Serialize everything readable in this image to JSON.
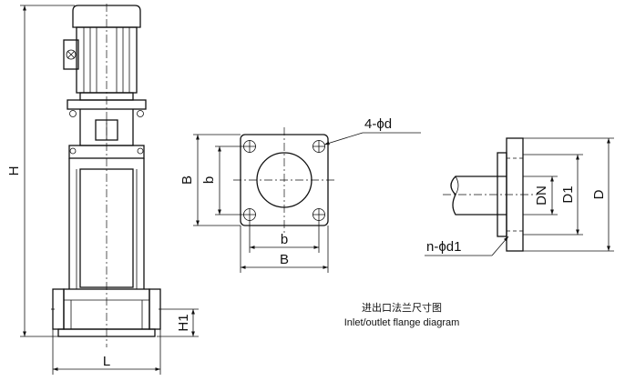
{
  "labels": {
    "H": "H",
    "H1": "H1",
    "L": "L",
    "B_vertical": "B",
    "b_vertical": "b",
    "b_horizontal": "b",
    "B_horizontal": "B",
    "holes_square": "4-ϕd",
    "DN": "DN",
    "D1": "D1",
    "D": "D",
    "holes_round": "n-ϕd1"
  },
  "caption": {
    "zh": "进出口法兰尺寸图",
    "en": "Inlet/outlet flange diagram"
  }
}
